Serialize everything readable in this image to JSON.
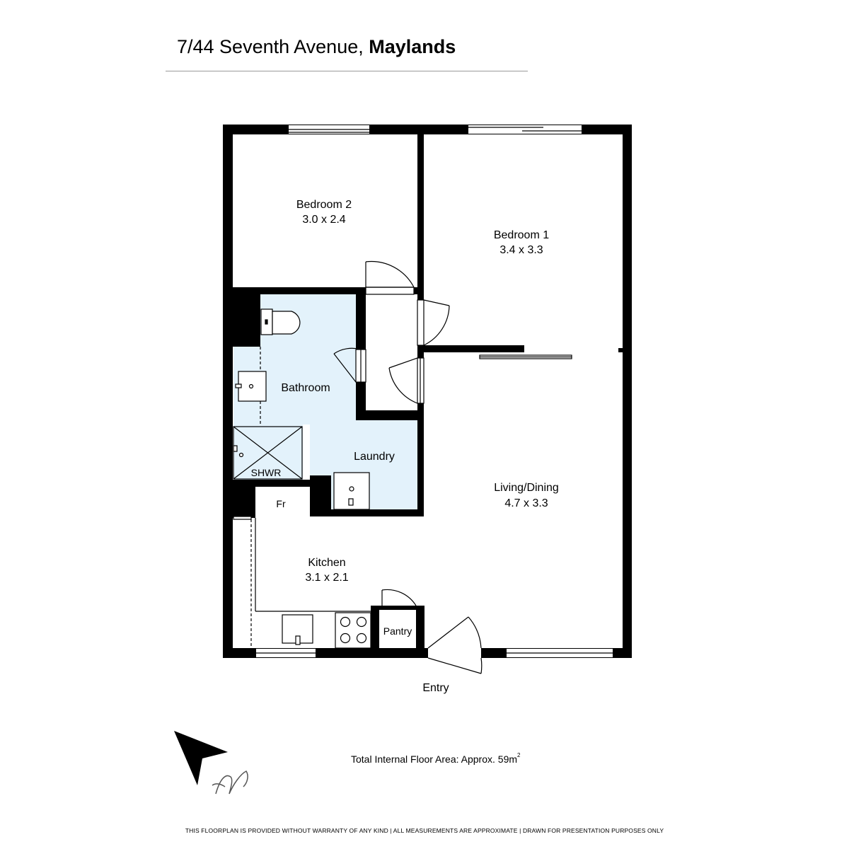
{
  "header": {
    "street": "7/44 Seventh Avenue,",
    "suburb": "Maylands"
  },
  "rooms": {
    "bedroom2": {
      "name": "Bedroom 2",
      "dims": "3.0 x 2.4"
    },
    "bedroom1": {
      "name": "Bedroom 1",
      "dims": "3.4 x 3.3"
    },
    "bathroom": {
      "name": "Bathroom"
    },
    "laundry": {
      "name": "Laundry"
    },
    "shower": {
      "name": "SHWR"
    },
    "fridge": {
      "name": "Fr"
    },
    "living": {
      "name": "Living/Dining",
      "dims": "4.7 x 3.3"
    },
    "kitchen": {
      "name": "Kitchen",
      "dims": "3.1 x 2.1"
    },
    "pantry": {
      "name": "Pantry"
    },
    "entry": {
      "name": "Entry"
    }
  },
  "floor_area": {
    "label": "Total Internal Floor Area: Approx. 59m",
    "unit_superscript": "2"
  },
  "footer": {
    "disclaimer": "THIS FLOORPLAN IS PROVIDED WITHOUT WARRANTY OF ANY KIND  |  ALL MEASUREMENTS ARE APPROXIMATE  |  DRAWN FOR PRESENTATION PURPOSES ONLY"
  },
  "colors": {
    "wet_area": "#e3f2fb",
    "wall": "#000000"
  },
  "icons": [
    "north-arrow-icon",
    "brand-monogram-icon"
  ]
}
